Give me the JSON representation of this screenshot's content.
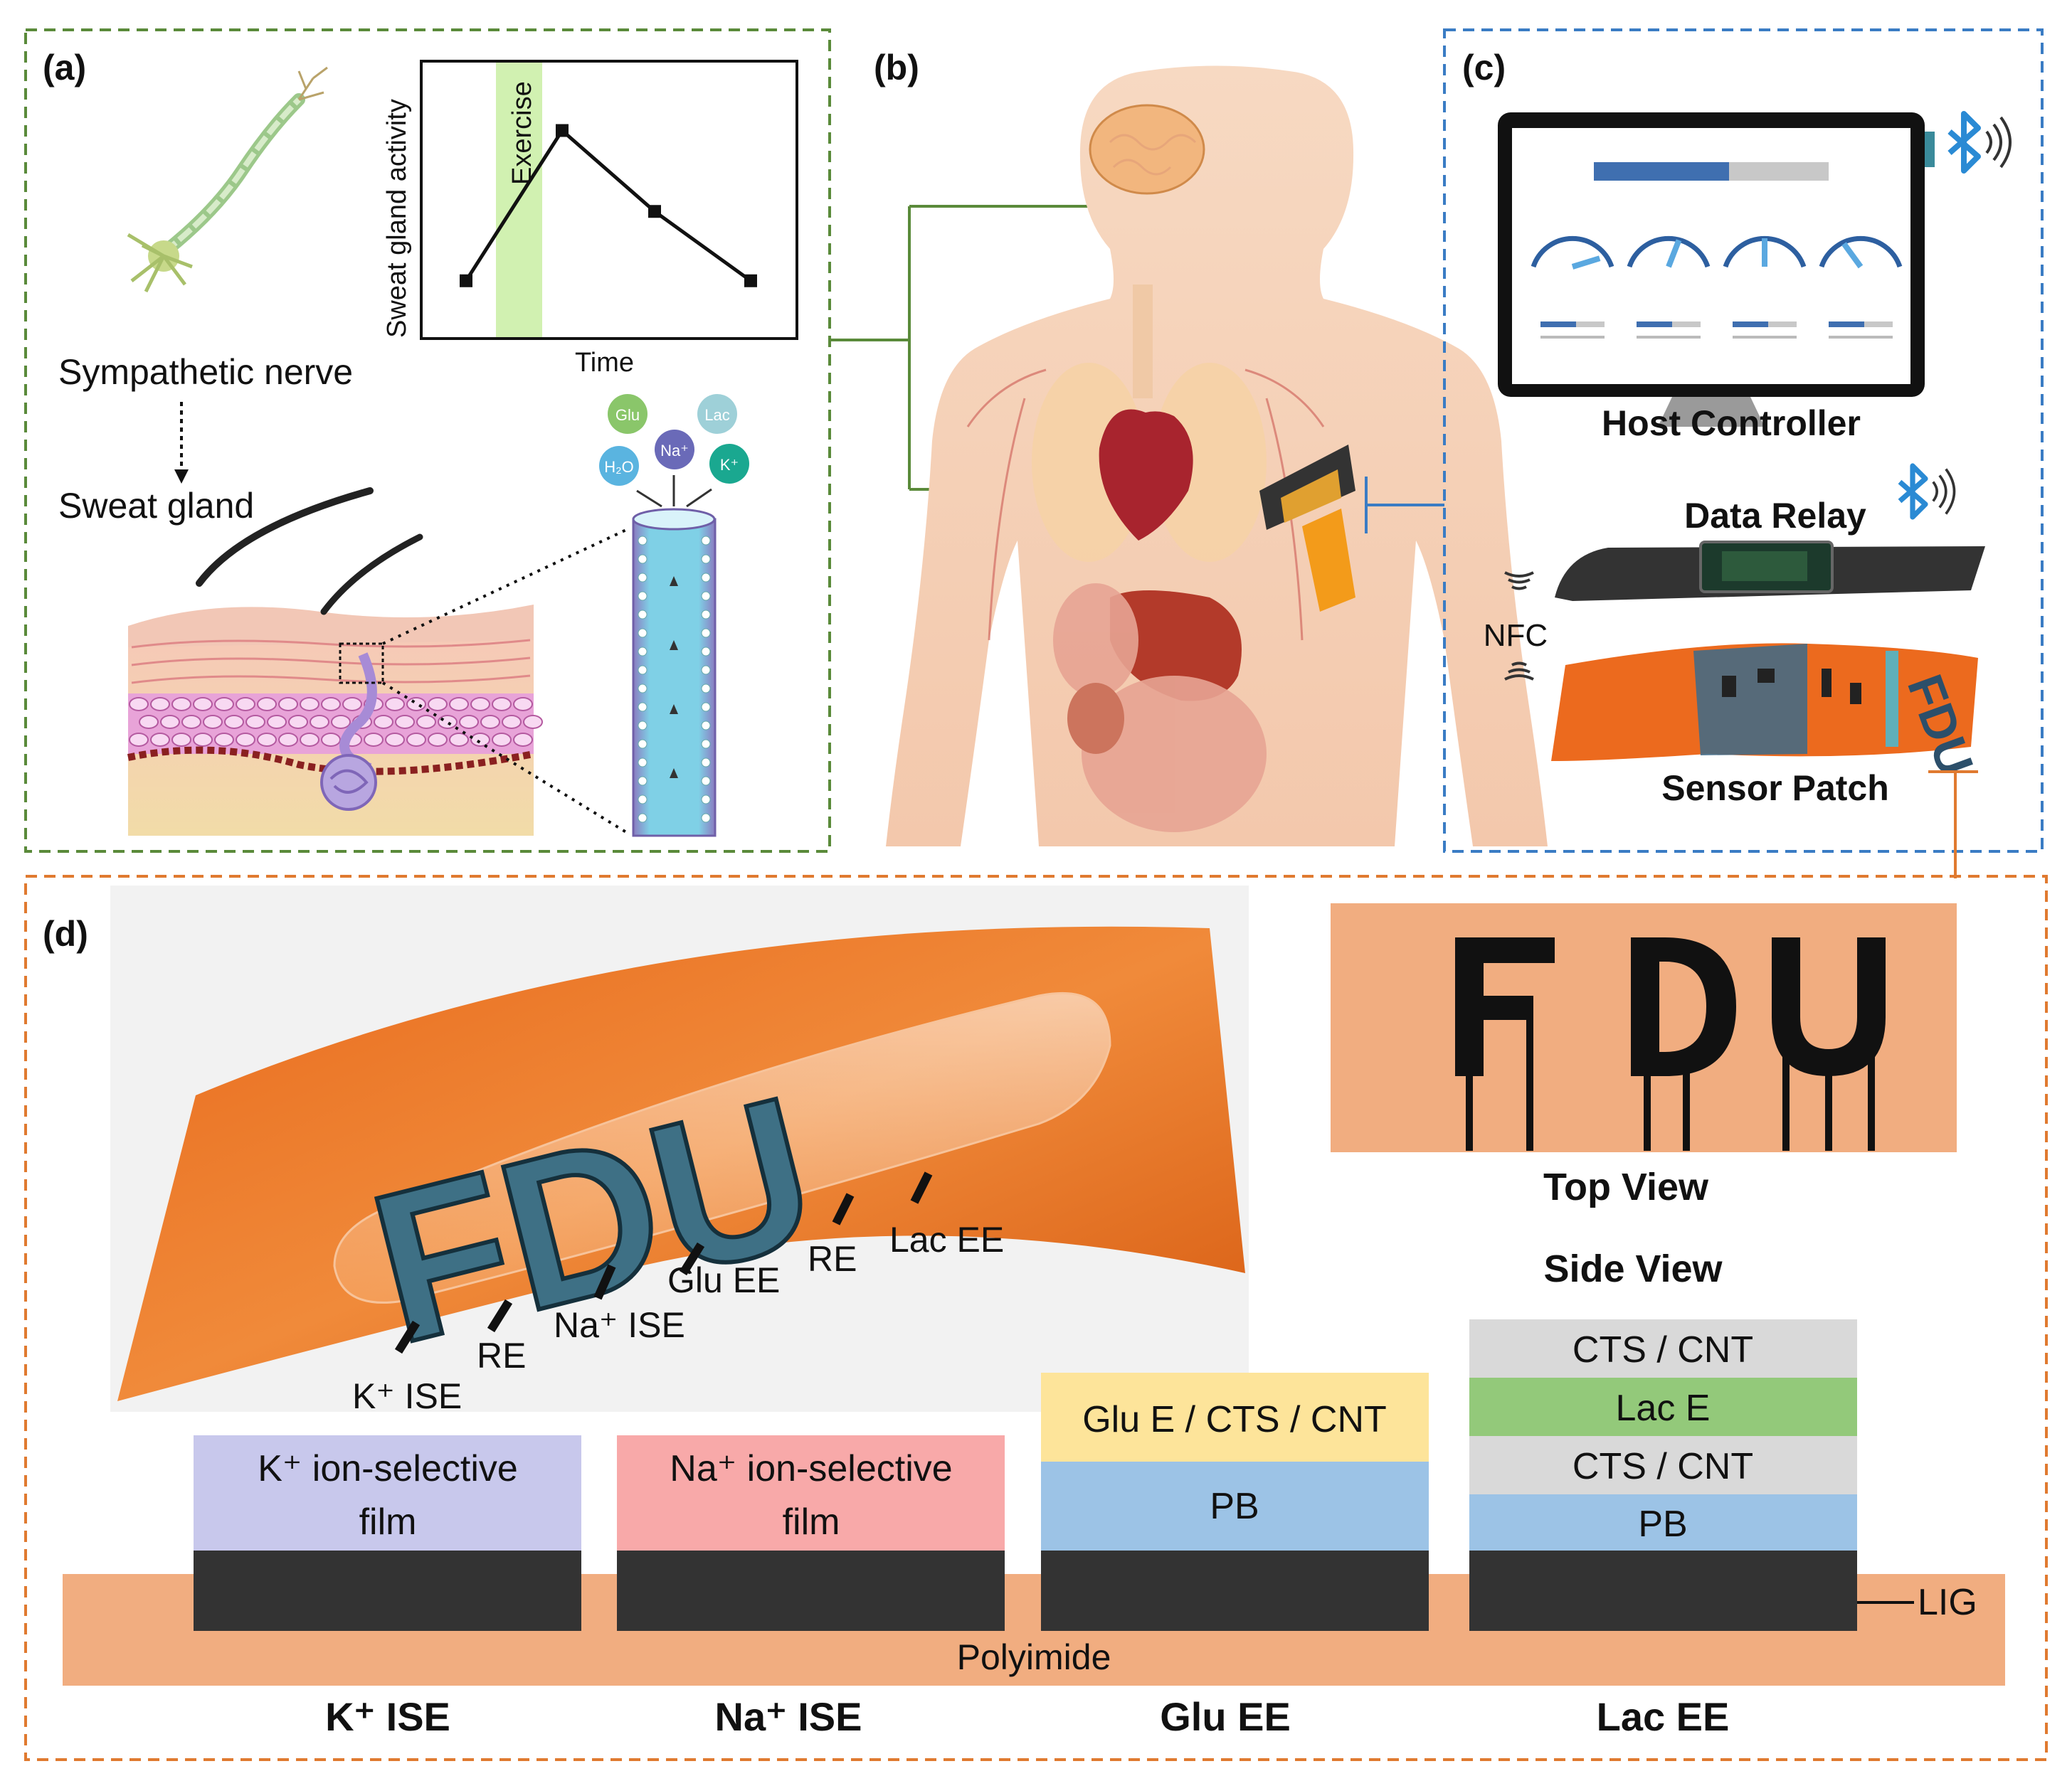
{
  "colors": {
    "panel_a_border": "#5a8a3a",
    "panel_c_border": "#3a7cc4",
    "panel_d_border": "#e07a30",
    "polyimide": "#f1ad80",
    "lig": "#333333",
    "k_film": "#c8c8ec",
    "na_film": "#f8a9a9",
    "glu_layer": "#fde49a",
    "pb": "#9cc3e6",
    "cts_cnt": "#d9d9d9",
    "lac_e": "#93c97a",
    "bluetooth": "#2a8ad4"
  },
  "panel_a": {
    "label": "(a)",
    "nerve_label": "Sympathetic nerve",
    "gland_label": "Sweat gland",
    "ions": [
      "Glu",
      "Lac",
      "Na⁺",
      "H₂O",
      "K⁺"
    ],
    "chart_data": {
      "type": "line",
      "title": "",
      "xlabel": "Time",
      "ylabel": "Sweat gland activity",
      "band_label": "Exercise",
      "x": [
        1,
        2,
        3,
        4
      ],
      "values": [
        0.25,
        0.9,
        0.55,
        0.25
      ],
      "ylim": [
        0,
        1.2
      ],
      "grid": false
    }
  },
  "panel_b": {
    "label": "(b)"
  },
  "panel_c": {
    "label": "(c)",
    "host_controller": "Host Controller",
    "data_relay": "Data Relay",
    "nfc": "NFC",
    "sensor_patch": "Sensor Patch",
    "patch_text": "FDU"
  },
  "panel_d": {
    "label": "(d)",
    "top_view_title": "Top View",
    "side_view_title": "Side View",
    "logo_text": "FDU",
    "electrode_labels": {
      "k_ise": "K⁺ ISE",
      "re1": "RE",
      "na_ise": "Na⁺ ISE",
      "glu_ee": "Glu EE",
      "re2": "RE",
      "lac_ee": "Lac EE"
    },
    "stacks": {
      "k": {
        "line1": "K⁺ ion-selective",
        "line2": "film"
      },
      "na": {
        "line1": "Na⁺ ion-selective",
        "line2": "film"
      },
      "glu": {
        "top": "Glu E / CTS / CNT",
        "pb": "PB"
      },
      "lac": {
        "l1": "CTS / CNT",
        "l2": "Lac E",
        "l3": "CTS / CNT",
        "l4": "PB"
      }
    },
    "substrate_label": "Polyimide",
    "lig_label": "LIG",
    "bottom_labels": [
      "K⁺ ISE",
      "Na⁺ ISE",
      "Glu EE",
      "Lac EE"
    ]
  }
}
